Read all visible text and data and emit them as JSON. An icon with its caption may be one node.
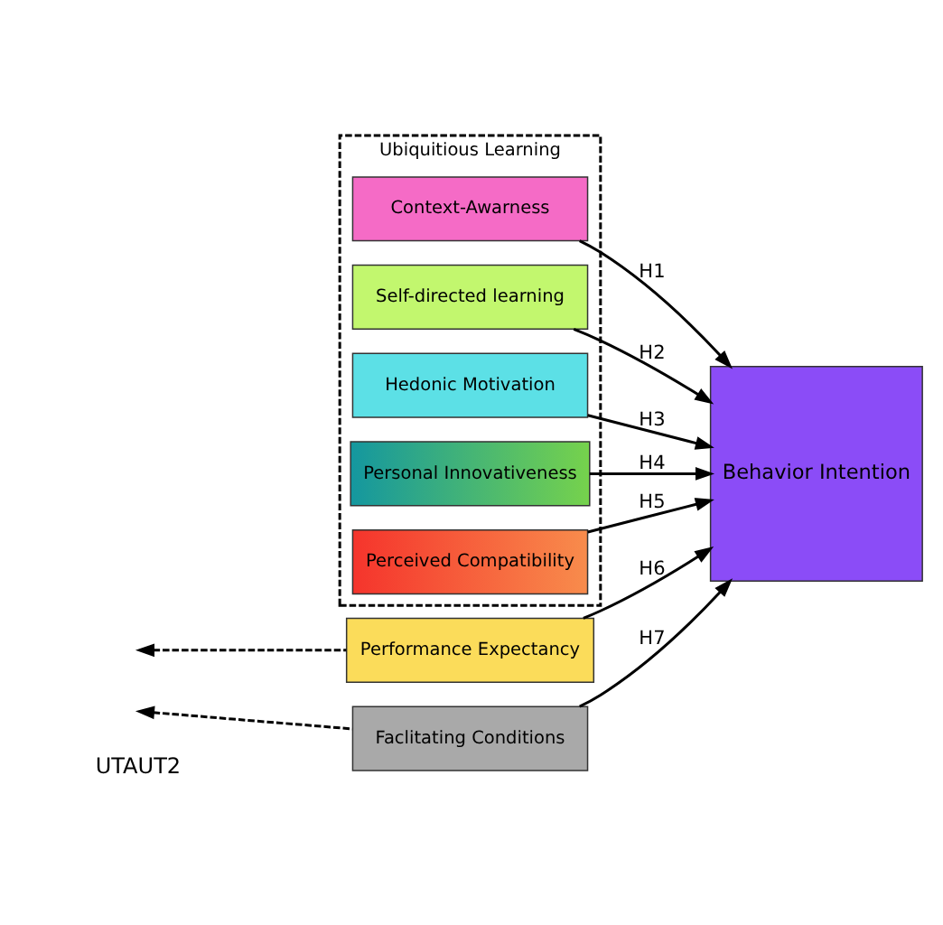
{
  "diagram": {
    "nodes": [
      {
        "text": [
          "Ubiquitious Learning"
        ]
      },
      {
        "text": [
          "Context-Awarness"
        ],
        "in": 0
      },
      {
        "text": [
          "Self-directed learning"
        ],
        "in": 0
      },
      {
        "text": [
          "Hedonic Motivation"
        ],
        "in": 0
      },
      {
        "text": [
          "Personal Innovativeness"
        ],
        "in": 0
      },
      {
        "text": [
          "Perceived Compatibility"
        ],
        "in": 0
      },
      {
        "text": [
          "Behavior Intention"
        ]
      },
      {
        "text": [
          "Performance Expectancy"
        ]
      },
      {
        "text": [
          "Faclitating Conditions"
        ]
      }
    ],
    "edges": [
      {
        "from": 1,
        "to": 6,
        "arrow": "to",
        "label": "H1"
      },
      {
        "from": 2,
        "to": 6,
        "arrow": "to",
        "label": "H2"
      },
      {
        "from": 3,
        "to": 6,
        "arrow": "to",
        "label": "H3"
      },
      {
        "from": 4,
        "to": 6,
        "arrow": "to",
        "label": "H4"
      },
      {
        "from": 5,
        "to": 6,
        "arrow": "to",
        "label": "H5"
      },
      {
        "from": 7,
        "to": 6,
        "arrow": "to",
        "label": "H6"
      },
      {
        "from": 8,
        "to": 6,
        "arrow": "to",
        "label": "H7"
      },
      {
        "from": 7,
        "to": null,
        "arrow": "to",
        "style": "dashed"
      },
      {
        "from": 8,
        "to": null,
        "arrow": "to",
        "style": "dashed"
      }
    ],
    "labels": [
      "UTAUT2"
    ]
  }
}
